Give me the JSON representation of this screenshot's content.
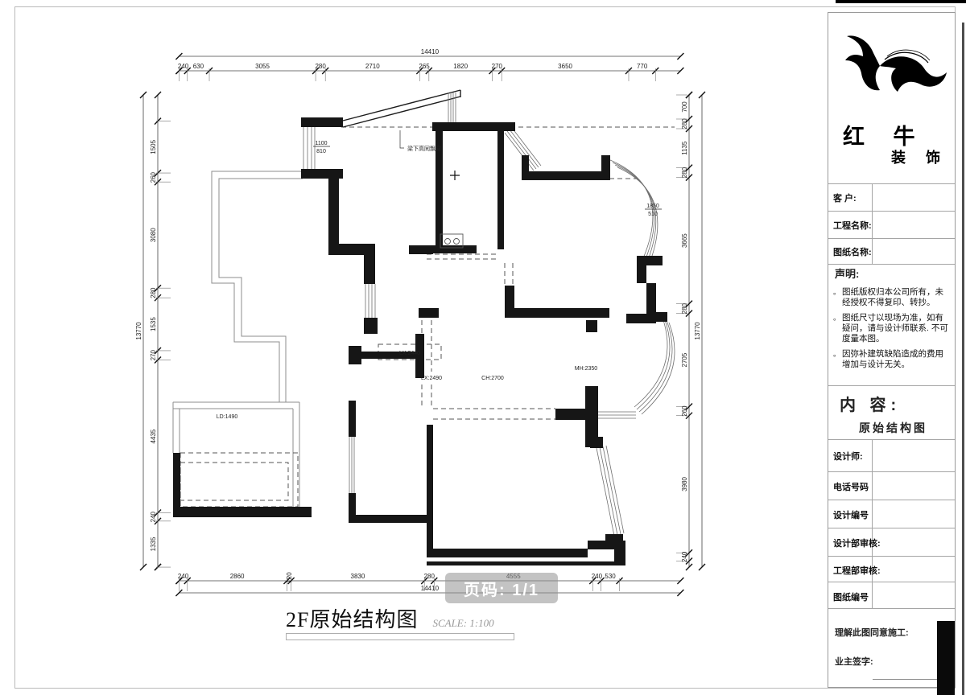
{
  "page": {
    "title": "2F原始结构图",
    "scale_label": "SCALE: 1:100",
    "page_badge": "页码: 1/1"
  },
  "plan": {
    "annotations": {
      "wt1_top": "1100",
      "wt1_bot": "810",
      "wt2_top": "1850",
      "wt2_bot": "510",
      "beam_note": "梁下高同飘窗",
      "lx2440": "LX:2440",
      "lx2490": "LX:2490",
      "ch2700": "CH:2700",
      "mh2350": "MH:2350",
      "ld1490": "LD:1490"
    },
    "dimensions": {
      "top": {
        "overall": "14410",
        "segments": [
          "240",
          "630",
          "3055",
          "280",
          "2710",
          "265",
          "1820",
          "270",
          "3650",
          "770"
        ]
      },
      "bottom": {
        "overall": "14410",
        "segments": [
          "240",
          "2860",
          "120",
          "3830",
          "280",
          "4555",
          "240",
          "530"
        ]
      },
      "left": {
        "overall": "13770",
        "segments": [
          "1505",
          "260",
          "3080",
          "280",
          "1535",
          "270",
          "4435",
          "240",
          "1335"
        ]
      },
      "right": {
        "overall": "13770",
        "segments": [
          "700",
          "280",
          "1135",
          "280",
          "3665",
          "280",
          "2705",
          "260",
          "3980",
          "240"
        ]
      }
    }
  },
  "title_block": {
    "company_line1": "红 牛",
    "company_line2": "装 饰",
    "rows_top": [
      "客  户:",
      "工程名称:",
      "图纸名称:"
    ],
    "statement": {
      "title": "声明:",
      "items": [
        "图纸版权归本公司所有，未经授权不得复印、转抄。",
        "图纸尺寸以现场为准，如有疑问，请与设计师联系. 不可度量本图。",
        "因弥补建筑缺陷造成的费用增加与设计无关。"
      ]
    },
    "content": {
      "label": "内 容:",
      "value": "原始结构图"
    },
    "rows_bottom": [
      "设计师:",
      "电话号码",
      "设计编号",
      "设计部审核:",
      "工程部审核:",
      "图纸编号"
    ],
    "footer": {
      "line1": "理解此图同意施工:",
      "line2": "业主签字:"
    }
  }
}
